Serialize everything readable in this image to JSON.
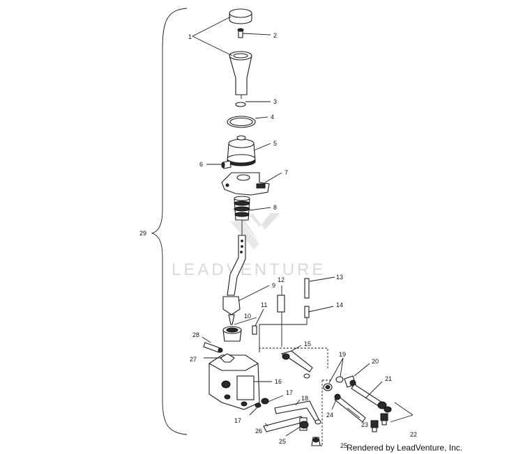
{
  "watermark": "LEADVENTURE",
  "credit": "Rendered by LeadVenture, Inc.",
  "callouts": {
    "c1": "1",
    "c2": "2",
    "c3": "3",
    "c4": "4",
    "c5": "5",
    "c6": "6",
    "c7": "7",
    "c8": "8",
    "c9": "9",
    "c10": "10",
    "c11": "11",
    "c12": "12",
    "c13": "13",
    "c14": "14",
    "c15": "15",
    "c16": "16",
    "c17a": "17",
    "c17b": "17",
    "c18": "18",
    "c19": "19",
    "c20": "20",
    "c21": "21",
    "c22": "22",
    "c23": "23",
    "c24": "24",
    "c25a": "25",
    "c25b": "25",
    "c26": "26",
    "c27": "27",
    "c28": "28",
    "c29": "29"
  },
  "colors": {
    "ink": "#1a1a1a",
    "watermark": "#d9d9d9",
    "background": "#ffffff"
  }
}
